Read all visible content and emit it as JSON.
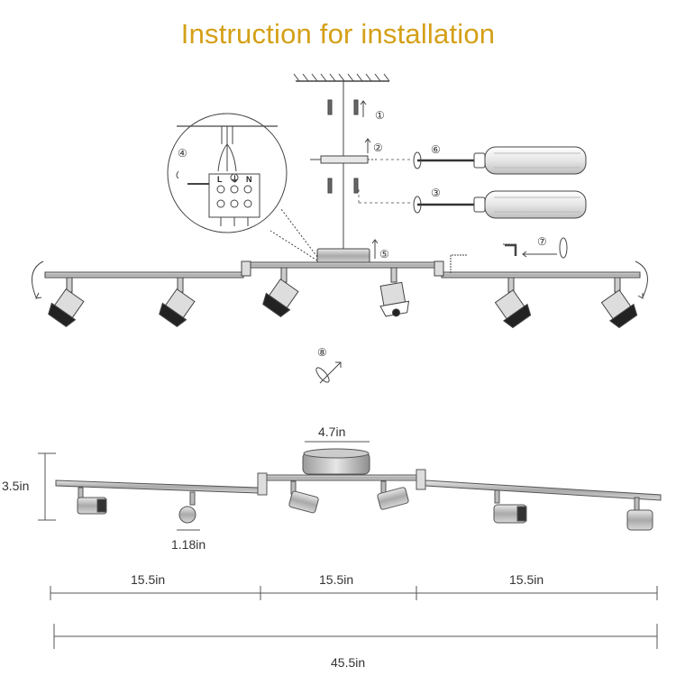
{
  "title": "Instruction for installation",
  "steps": [
    "①",
    "②",
    "③",
    "④",
    "⑤",
    "⑥",
    "⑦",
    "⑧"
  ],
  "wiring": {
    "live": "L",
    "earth": "⏚",
    "neutral": "N"
  },
  "dimensions": {
    "canopy_diameter": "4.7in",
    "height": "3.5in",
    "head_diameter": "1.18in",
    "segment_left": "15.5in",
    "segment_middle": "15.5in",
    "segment_right": "15.5in",
    "total_length": "45.5in"
  },
  "colors": {
    "title": "#d4a017",
    "line": "#444444",
    "metal": "#b8b8b8",
    "head": "#2a2a2a"
  }
}
